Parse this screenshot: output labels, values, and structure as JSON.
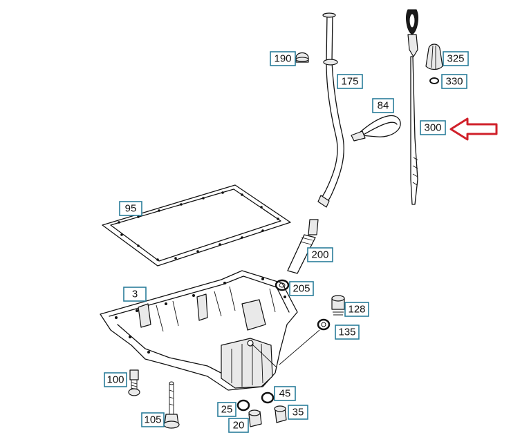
{
  "diagram": {
    "callouts": {
      "c190": "190",
      "c175": "175",
      "c325": "325",
      "c330": "330",
      "c84": "84",
      "c300": "300",
      "c95": "95",
      "c200": "200",
      "c205": "205",
      "c3": "3",
      "c128": "128",
      "c135": "135",
      "c100": "100",
      "c105": "105",
      "c25": "25",
      "c45": "45",
      "c20": "20",
      "c35": "35"
    },
    "highlight_color": "#d0202a",
    "callout_border_color": "#2a7d9a"
  }
}
